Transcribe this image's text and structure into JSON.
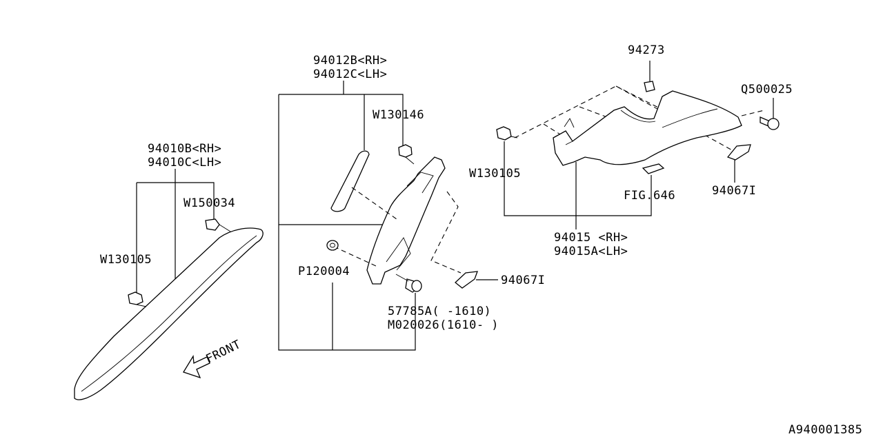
{
  "labels": {
    "p94012b": "94012B<RH>",
    "p94012c": "94012C<LH>",
    "w130146": "W130146",
    "p94010b": "94010B<RH>",
    "p94010c": "94010C<LH>",
    "w150034": "W150034",
    "w130105_left": "W130105",
    "p120004": "P120004",
    "p57785a": "57785A(  -1610)",
    "m020026": "M020026(1610-  )",
    "p94067i_mid": "94067I",
    "front": "FRONT",
    "p94273": "94273",
    "q500025": "Q500025",
    "w130105_right": "W130105",
    "fig646": "FIG.646",
    "p94067i_right": "94067I",
    "p94015": "94015 <RH>",
    "p94015a": "94015A<LH>",
    "diagram_id": "A940001385"
  }
}
